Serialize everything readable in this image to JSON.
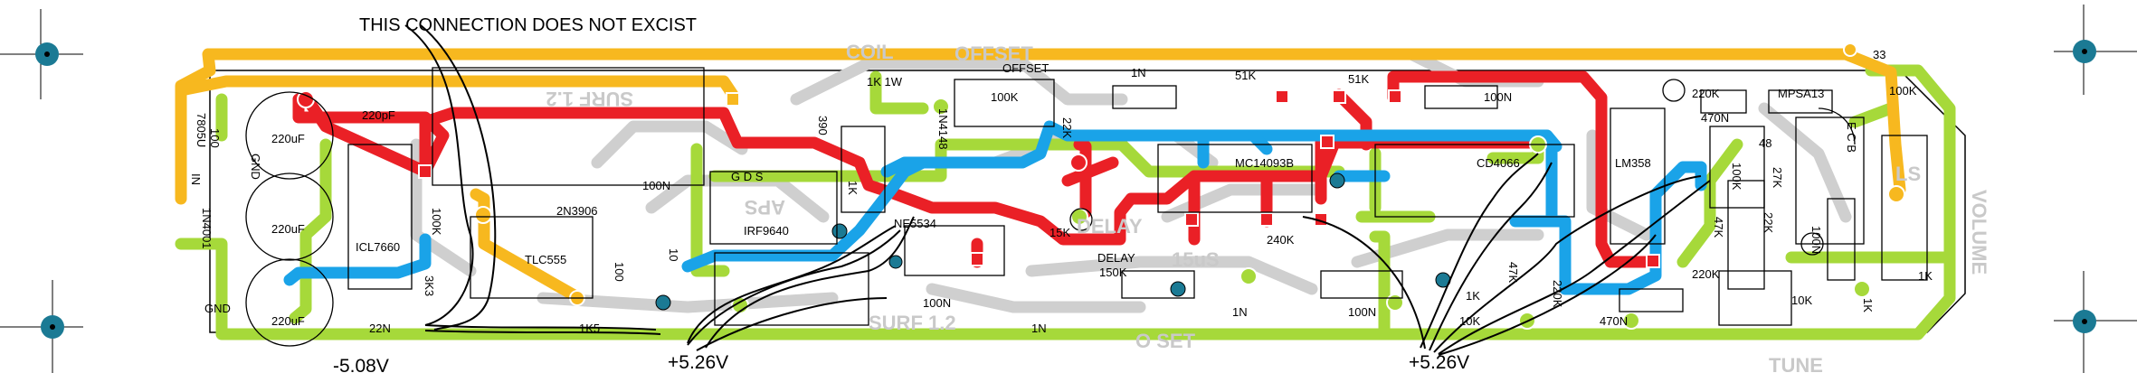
{
  "annotation": {
    "text": "THIS CONNECTION DOES NOT EXCIST"
  },
  "voltages": {
    "neg": "-5.08V",
    "pos_left": "+5.26V",
    "pos_right": "+5.26V"
  },
  "board_silkscreen": {
    "coil": "COIL",
    "offset_ghost": "OFFSET",
    "surf12_top": "SURF 1.2",
    "surf12_bottom": "SURF 1.2",
    "aps": "APS",
    "us15": "15uS",
    "o_set": "O SET",
    "volume": "VOLUME",
    "tune": "TUNE",
    "delay_ghost": "DELAY",
    "ls": "LS",
    "gnd_top": "GND",
    "gnd_bottom": "GND"
  },
  "components": {
    "u7805": "7805U",
    "in": "IN",
    "c100": "100",
    "c220pf": "220pF",
    "c220uf_1": "220uF",
    "c220uf_2": "220uF",
    "c220uf_3": "220uF",
    "in4001": "1N4001",
    "icl7660": "ICL7660",
    "r100k_left": "100K",
    "tlc555": "TLC555",
    "q2n3906": "2N3906",
    "c100n_left": "100N",
    "r3k3": "3K3",
    "c22n": "22N",
    "r1k5": "1K5",
    "c10": "10",
    "c100_b": "100",
    "irf9640": "IRF9640",
    "gds": "G D S",
    "r390": "390",
    "r1k1w": "1K 1W",
    "r1k": "1K",
    "in4148": "1N4148",
    "offset": "OFFSET",
    "r100k_off": "100K",
    "ne5534": "NE5534",
    "c100n_mid": "100N",
    "c1n_a": "1N",
    "r22k": "22K",
    "r15k": "15K",
    "delay": "DELAY",
    "r150k": "150K",
    "c1n_b": "1N",
    "r51k_a": "51K",
    "r51k_b": "51K",
    "mc14093b": "MC14093B",
    "r240k": "240K",
    "c1n_c": "1N",
    "c100n_c": "100N",
    "c100n_top": "100N",
    "cd4066": "CD4066",
    "r1k_b": "1K",
    "r47k": "47K",
    "r10k_small": "10K",
    "r220k_a": "220K",
    "c470n_a": "470N",
    "lm358": "LM358",
    "r220k_b": "220K",
    "c470n_b": "470N",
    "r220k_c": "220K",
    "r100k_r": "100K",
    "r47k_b": "47K",
    "r22k_b": "22K",
    "r27k": "27K",
    "c100n_r": "100N",
    "r10k_pot": "10K",
    "r1k_r": "1K",
    "r33": "33",
    "r100k_top": "100K",
    "mpsa13": "MPSA13",
    "t48": "48",
    "ecb": "E C B",
    "r1k_vol": "1K"
  }
}
